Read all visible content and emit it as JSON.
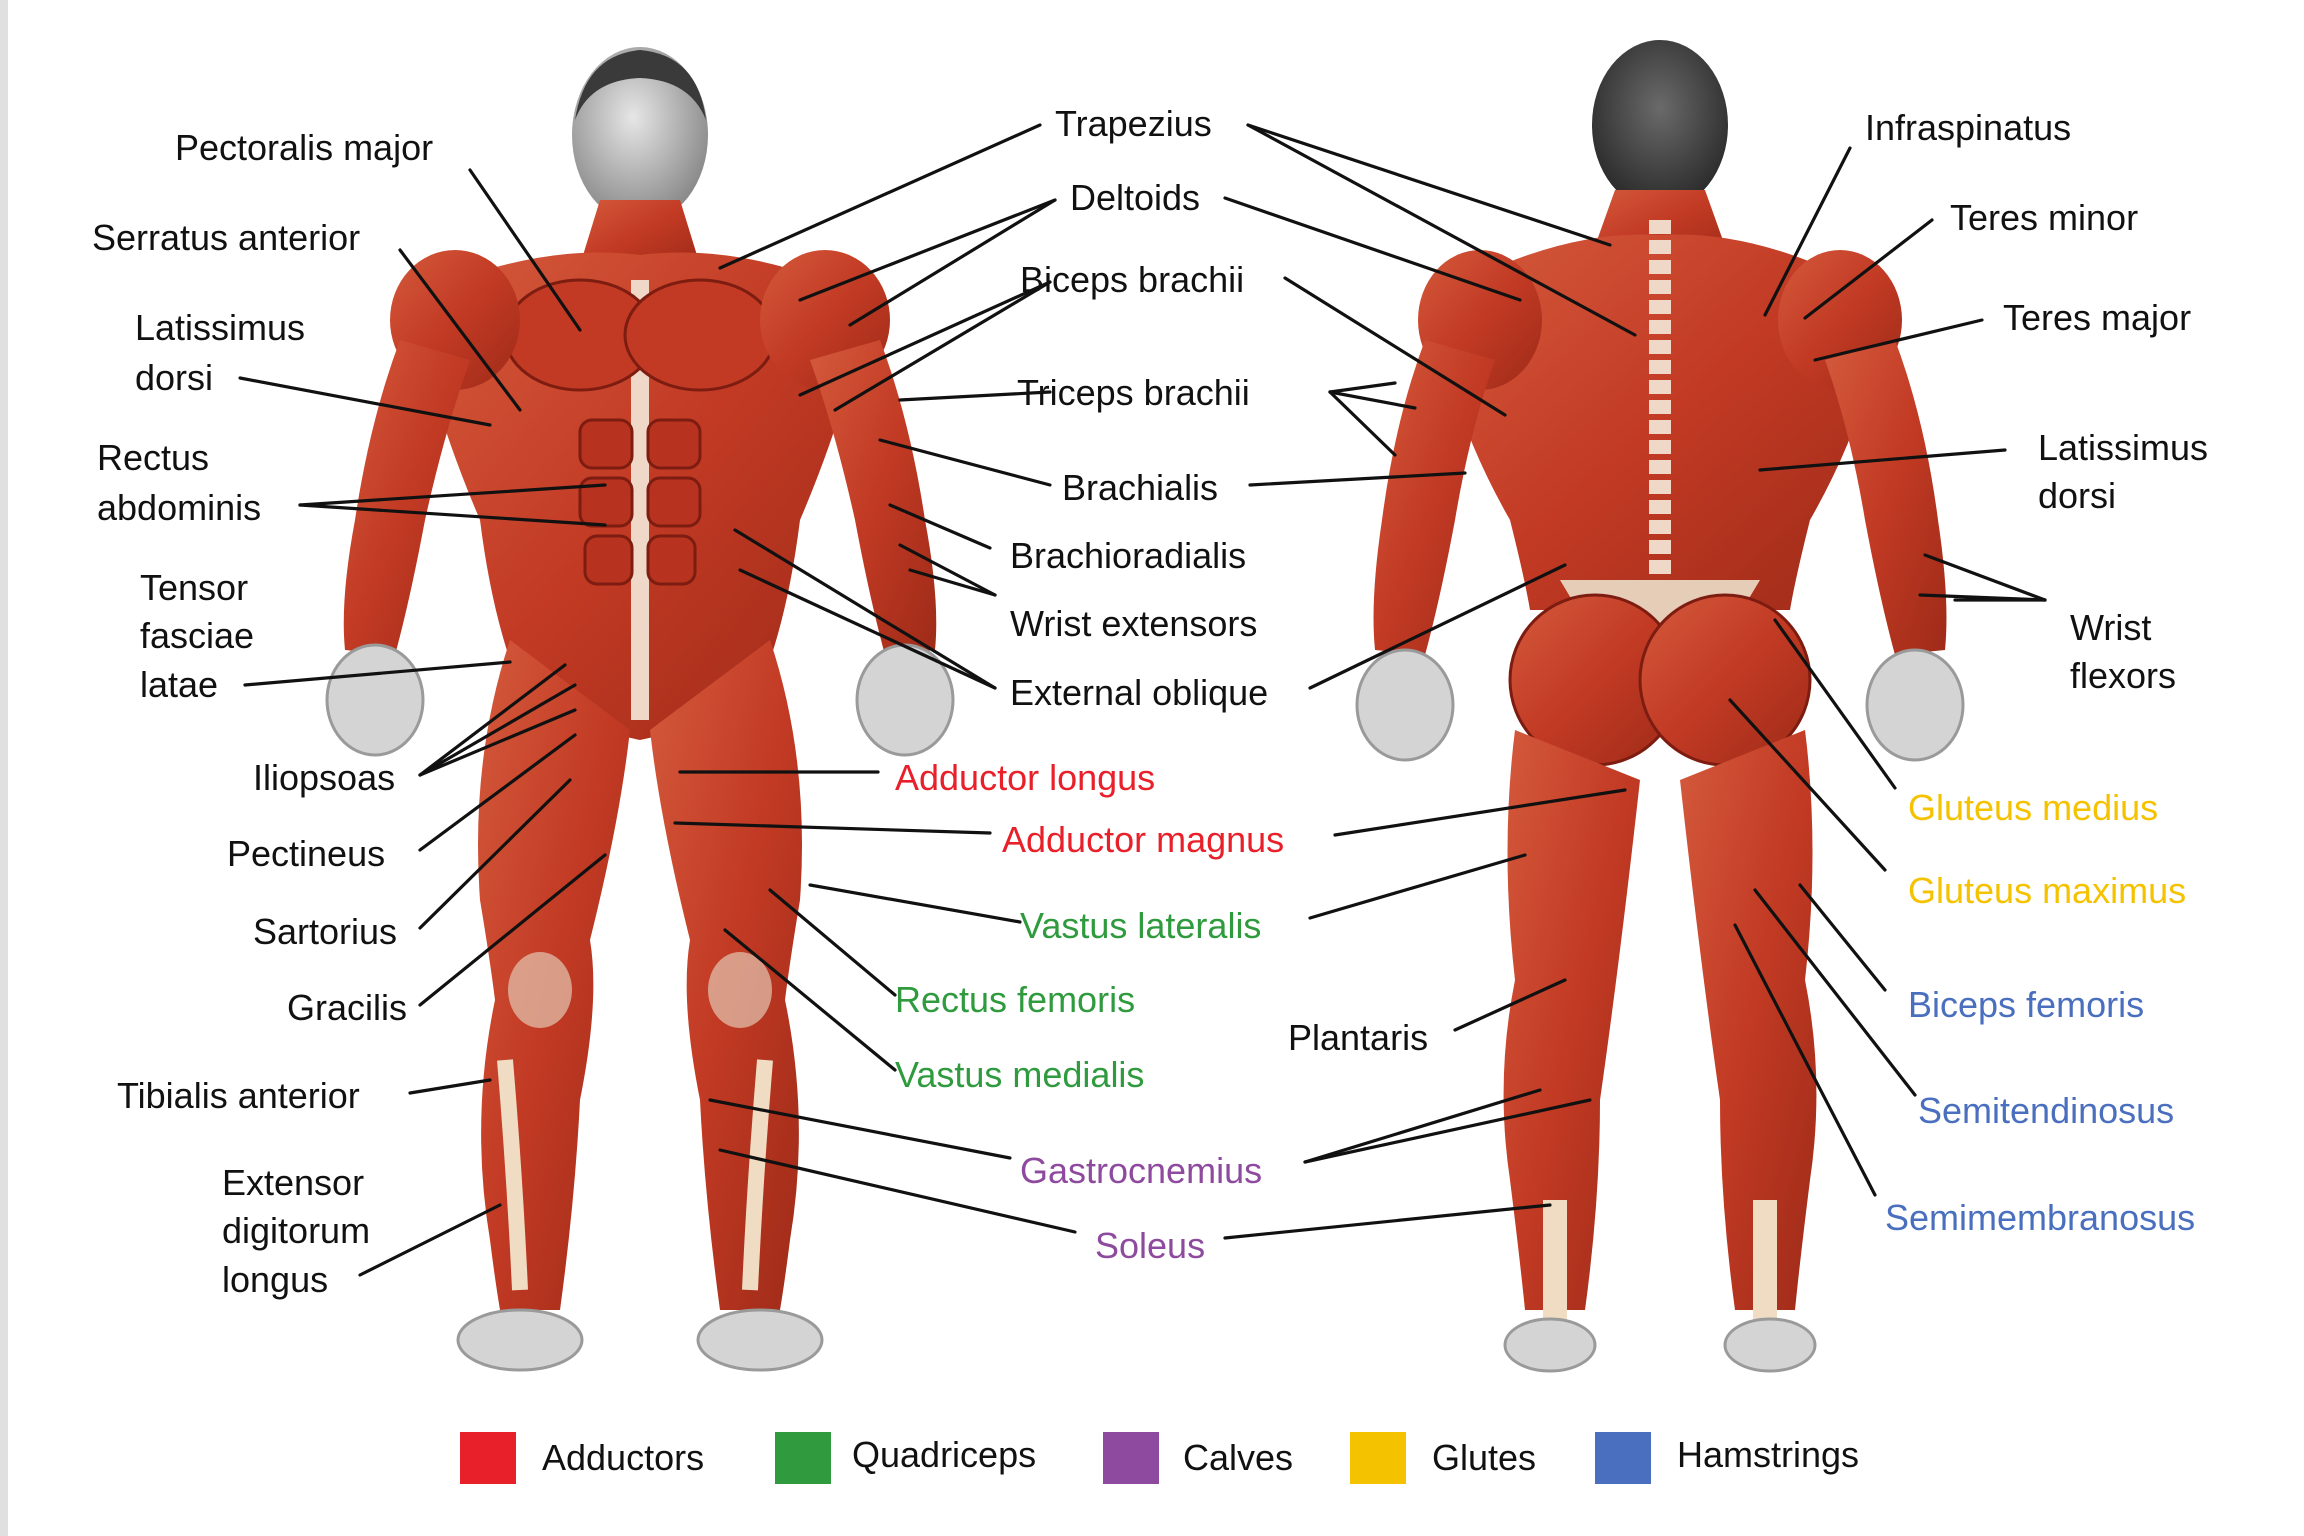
{
  "colors": {
    "black": "#111111",
    "adductors": "#e8202a",
    "quadriceps": "#2f9a3e",
    "calves": "#8e4a9e",
    "glutes": "#f5c200",
    "hamstrings": "#4a6fbe",
    "muscle": "#c8412a",
    "muscle_dark": "#8e2416",
    "skin": "#d9d9d9",
    "tendon": "#efdcc2"
  },
  "labels": {
    "pectoralis_major": "Pectoralis major",
    "serratus_anterior": "Serratus anterior",
    "latissimus_front_1": "Latissimus",
    "latissimus_front_2": "dorsi",
    "rectus_1": "Rectus",
    "rectus_2": "abdominis",
    "tensor_1": "Tensor",
    "tensor_2": "fasciae",
    "tensor_3": "latae",
    "iliopsoas": "Iliopsoas",
    "pectineus": "Pectineus",
    "sartorius": "Sartorius",
    "gracilis": "Gracilis",
    "tibialis_anterior": "Tibialis anterior",
    "extensor_1": "Extensor",
    "extensor_2": "digitorum",
    "extensor_3": "longus",
    "trapezius": "Trapezius",
    "deltoids": "Deltoids",
    "biceps_brachii": "Biceps brachii",
    "triceps_brachii": "Triceps brachii",
    "brachialis": "Brachialis",
    "brachioradialis": "Brachioradialis",
    "wrist_extensors": "Wrist extensors",
    "external_oblique": "External oblique",
    "adductor_longus": "Adductor longus",
    "adductor_magnus": "Adductor magnus",
    "vastus_lateralis": "Vastus lateralis",
    "rectus_femoris": "Rectus femoris",
    "vastus_medialis": "Vastus medialis",
    "gastrocnemius": "Gastrocnemius",
    "soleus": "Soleus",
    "plantaris": "Plantaris",
    "infraspinatus": "Infraspinatus",
    "teres_minor": "Teres minor",
    "teres_major": "Teres major",
    "latissimus_back_1": "Latissimus",
    "latissimus_back_2": "dorsi",
    "wrist_flexors_1": "Wrist",
    "wrist_flexors_2": "flexors",
    "gluteus_medius": "Gluteus medius",
    "gluteus_maximus": "Gluteus maximus",
    "biceps_femoris": "Biceps femoris",
    "semitendinosus": "Semitendinosus",
    "semimembranosus": "Semimembranosus"
  },
  "legend": [
    {
      "label": "Adductors",
      "color": "#e8202a"
    },
    {
      "label": "Quadriceps",
      "color": "#2f9a3e"
    },
    {
      "label": "Calves",
      "color": "#8e4a9e"
    },
    {
      "label": "Glutes",
      "color": "#f5c200"
    },
    {
      "label": "Hamstrings",
      "color": "#4a6fbe"
    }
  ]
}
